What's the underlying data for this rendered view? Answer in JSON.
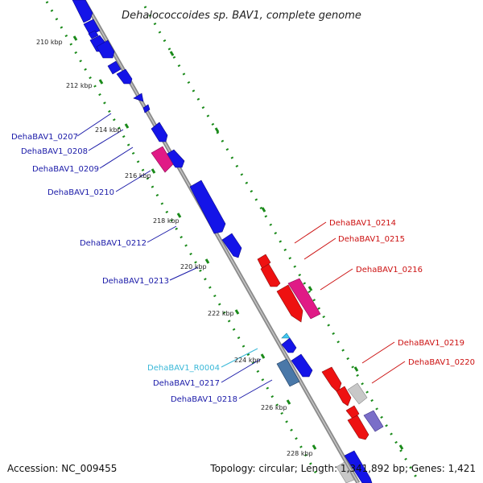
{
  "title": "Dehalococcoides sp. BAV1, complete genome",
  "colors": {
    "forward_cds": "#1414e8",
    "reverse_cds": "#ee1111",
    "pink_feature": "#e01a86",
    "rna_feature": "#40c8f0",
    "forward_label": "#1a1aa8",
    "reverse_label": "#cc1111",
    "rna_label": "#3ab8d8",
    "backbone": "#777777",
    "dots": "#1a8a1a",
    "grey_feature": "#c8c8c8",
    "slate_feature": "#4a78a8",
    "violet_feature": "#7a6ec8"
  },
  "ticks": [
    "210 kbp",
    "212 kbp",
    "214 kbp",
    "216 kbp",
    "218 kbp",
    "220 kbp",
    "222 kbp",
    "224 kbp",
    "226 kbp",
    "228 kbp"
  ],
  "genes_forward": [
    {
      "label": "DehaBAV1_0207"
    },
    {
      "label": "DehaBAV1_0208"
    },
    {
      "label": "DehaBAV1_0209"
    },
    {
      "label": "DehaBAV1_0210"
    },
    {
      "label": "DehaBAV1_0212"
    },
    {
      "label": "DehaBAV1_0213"
    },
    {
      "label": "DehaBAV1_R0004"
    },
    {
      "label": "DehaBAV1_0217"
    },
    {
      "label": "DehaBAV1_0218"
    }
  ],
  "genes_reverse": [
    {
      "label": "DehaBAV1_0214"
    },
    {
      "label": "DehaBAV1_0215"
    },
    {
      "label": "DehaBAV1_0216"
    },
    {
      "label": "DehaBAV1_0219"
    },
    {
      "label": "DehaBAV1_0220"
    }
  ],
  "footer": {
    "accession": "Accession: NC_009455",
    "topology": "Topology: circular; Length: 1,341,892 bp; Genes: 1,421"
  }
}
